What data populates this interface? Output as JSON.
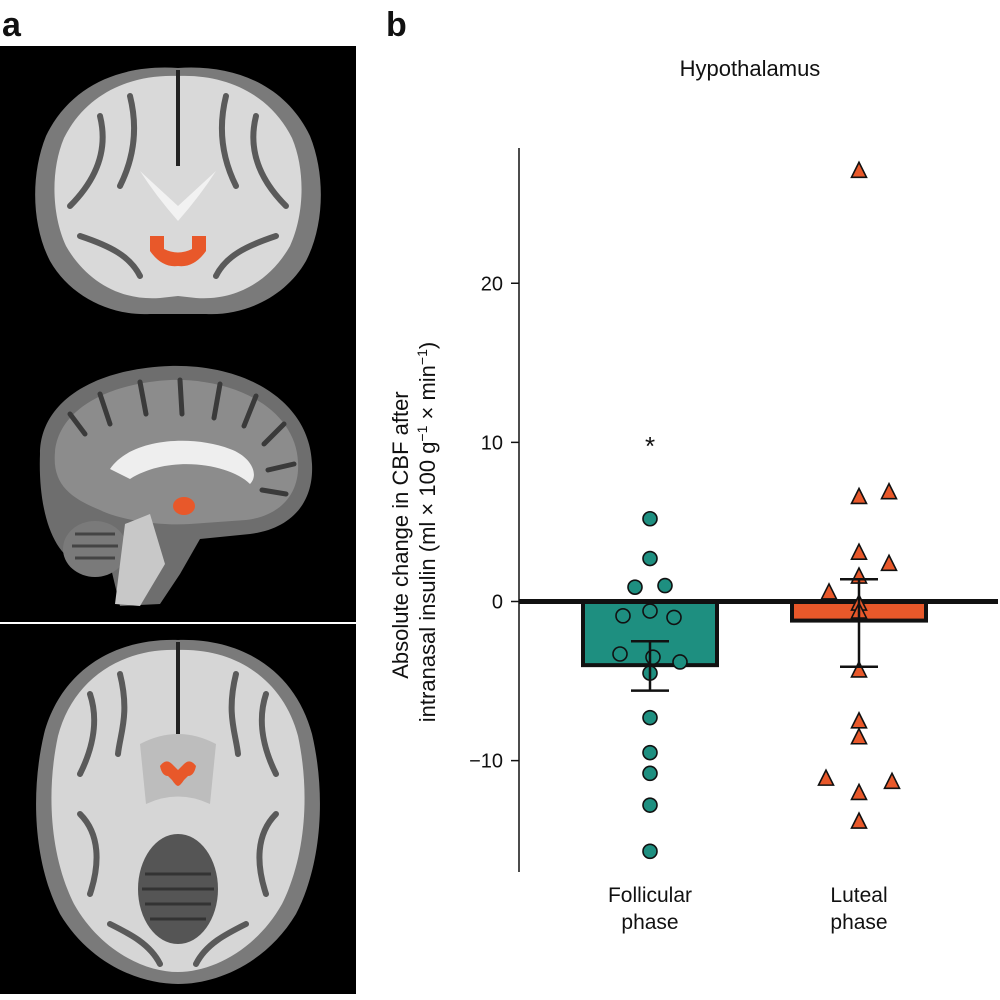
{
  "panels": {
    "a_label": "a",
    "b_label": "b"
  },
  "chart_data": {
    "type": "bar",
    "title": "Hypothalamus",
    "ylabel_line1": "Absolute change in CBF after",
    "ylabel_line2": "intranasal insulin (ml × 100 g",
    "ylabel_sup1": "−1",
    "ylabel_mid": " × min",
    "ylabel_sup2": "−1",
    "ylabel_end": ")",
    "ylim": [
      -17,
      28.5
    ],
    "yticks": [
      -10,
      0,
      10,
      20
    ],
    "ytick_labels": [
      "−10",
      "0",
      "10",
      "20"
    ],
    "categories": [
      {
        "line1": "Follicular",
        "line2": "phase"
      },
      {
        "line1": "Luteal",
        "line2": "phase"
      }
    ],
    "series": [
      {
        "mean": -4.0,
        "err_low": -5.6,
        "err_high": -2.5,
        "color": "#1e8f80",
        "marker": "circle",
        "annotation": "*",
        "points": [
          {
            "v": 5.2,
            "j": 0
          },
          {
            "v": 2.7,
            "j": 0
          },
          {
            "v": 0.9,
            "j": -0.5
          },
          {
            "v": 1.0,
            "j": 0.5
          },
          {
            "v": -0.6,
            "j": 0
          },
          {
            "v": -0.9,
            "j": -0.9
          },
          {
            "v": -1.0,
            "j": 0.8
          },
          {
            "v": -3.3,
            "j": -1.0
          },
          {
            "v": -3.5,
            "j": 0.1
          },
          {
            "v": -3.8,
            "j": 1.0
          },
          {
            "v": -4.5,
            "j": 0
          },
          {
            "v": -7.3,
            "j": 0
          },
          {
            "v": -9.5,
            "j": 0
          },
          {
            "v": -10.8,
            "j": 0
          },
          {
            "v": -12.8,
            "j": 0
          },
          {
            "v": -15.7,
            "j": 0
          }
        ]
      },
      {
        "mean": -1.2,
        "err_low": -4.1,
        "err_high": 1.4,
        "color": "#e8582a",
        "marker": "triangle",
        "points": [
          {
            "v": 27.1,
            "j": 0
          },
          {
            "v": 6.9,
            "j": 1.0
          },
          {
            "v": 6.6,
            "j": 0
          },
          {
            "v": 3.1,
            "j": 0
          },
          {
            "v": 2.4,
            "j": 1.0
          },
          {
            "v": 1.6,
            "j": 0
          },
          {
            "v": 0.6,
            "j": -1.0
          },
          {
            "v": -0.1,
            "j": 0
          },
          {
            "v": -0.6,
            "j": 0
          },
          {
            "v": -4.3,
            "j": 0
          },
          {
            "v": -7.5,
            "j": 0
          },
          {
            "v": -8.5,
            "j": 0
          },
          {
            "v": -11.1,
            "j": -1.1
          },
          {
            "v": -11.3,
            "j": 1.1
          },
          {
            "v": -12.0,
            "j": 0
          },
          {
            "v": -13.8,
            "j": 0
          }
        ]
      }
    ],
    "brain_highlight_color": "#e8582a"
  }
}
